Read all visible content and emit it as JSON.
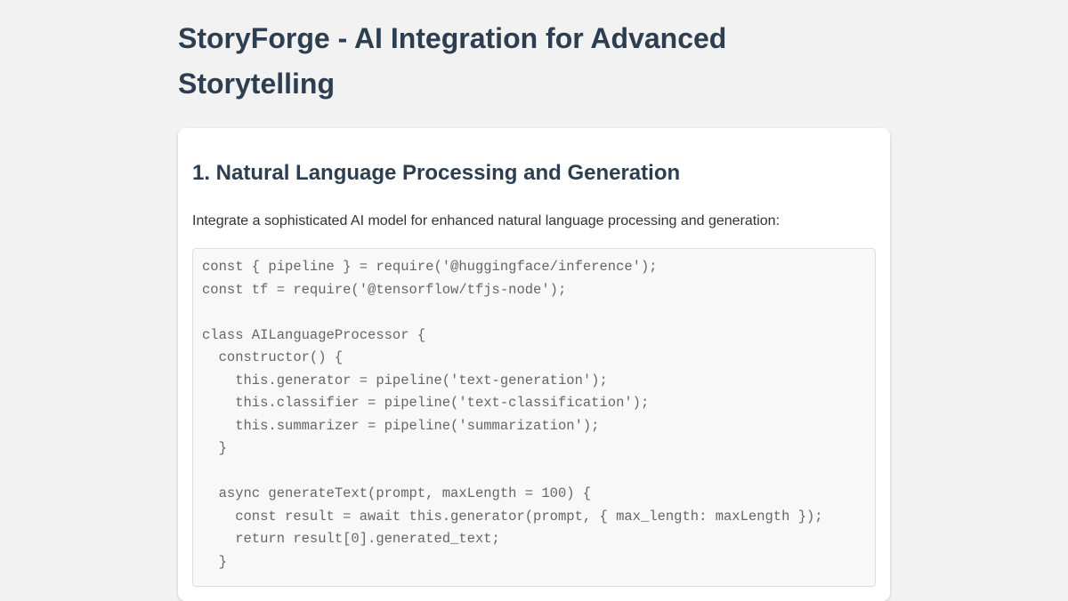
{
  "page": {
    "title": "StoryForge - AI Integration for Advanced Storytelling"
  },
  "section": {
    "heading": "1. Natural Language Processing and Generation",
    "intro": "Integrate a sophisticated AI model for enhanced natural language processing and generation:",
    "code_block": {
      "language": "javascript",
      "lines": [
        "const { pipeline } = require('@huggingface/inference');",
        "const tf = require('@tensorflow/tfjs-node');",
        "",
        "class AILanguageProcessor {",
        "  constructor() {",
        "    this.generator = pipeline('text-generation');",
        "    this.classifier = pipeline('text-classification');",
        "    this.summarizer = pipeline('summarization');",
        "  }",
        "",
        "  async generateText(prompt, maxLength = 100) {",
        "    const result = await this.generator(prompt, { max_length: maxLength });",
        "    return result[0].generated_text;",
        "  }"
      ]
    }
  },
  "colors": {
    "page_background": "#f2f2f2",
    "card_background": "#ffffff",
    "heading_text": "#2c3e50",
    "body_text": "#333333",
    "code_text": "#666666",
    "code_background": "#f8f8f8",
    "code_border": "#dddddd"
  }
}
